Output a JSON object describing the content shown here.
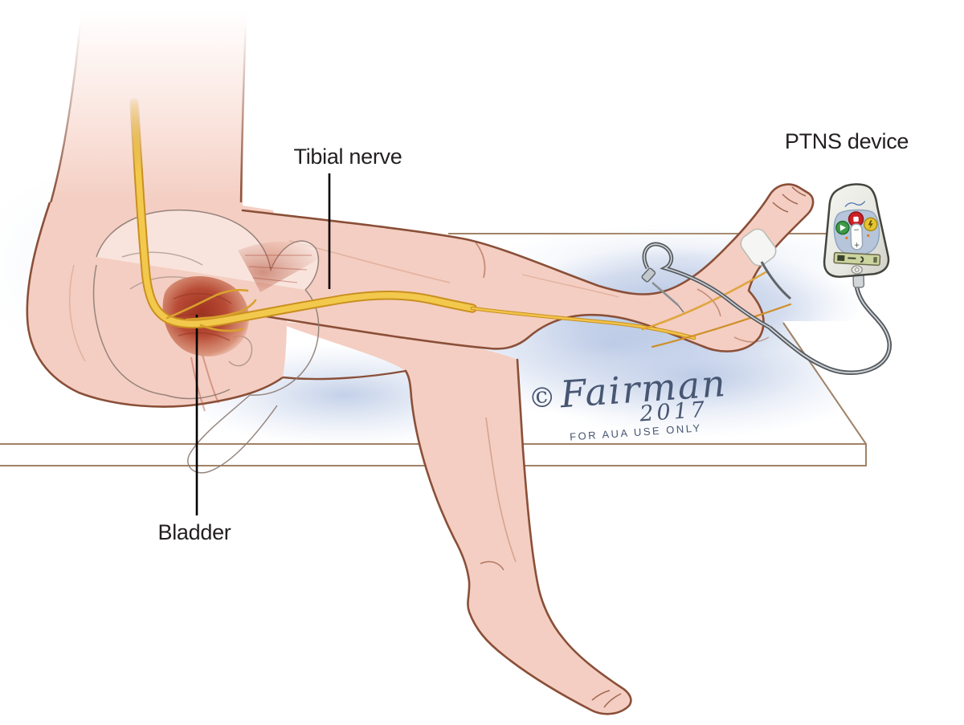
{
  "illustration": {
    "labels": {
      "tibial_nerve": "Tibial nerve",
      "bladder": "Bladder",
      "ptns_device": "PTNS device"
    },
    "signature": {
      "copyright": "©",
      "artist": "Fairman",
      "year": "2017",
      "note": "FOR AUA USE ONLY"
    },
    "device": {
      "rocker_minus": "−",
      "rocker_plus": "+",
      "icons": [
        "stop-button",
        "start-button",
        "stimulus-button",
        "intensity-rocker",
        "lcd-display",
        "select-button",
        "cable-connector"
      ],
      "button_colors": {
        "stop": "#cb2026",
        "start": "#3e9a47",
        "stimulus": "#e6c52f"
      }
    },
    "colors": {
      "skin": "#f4cec2",
      "skin_outline": "#8a4f38",
      "nerve_yellow": "#f2c94c",
      "nerve_edge": "#c98f1f",
      "bladder_red": "#a83a28",
      "table_line": "#a08266",
      "shadow_blue": "#9db3da",
      "label_text": "#231f20",
      "signature_ink": "#475672",
      "device_body": "#ececе8",
      "keypad_panel": "#b6c5d9",
      "cable_gray": "#555a5f"
    }
  }
}
